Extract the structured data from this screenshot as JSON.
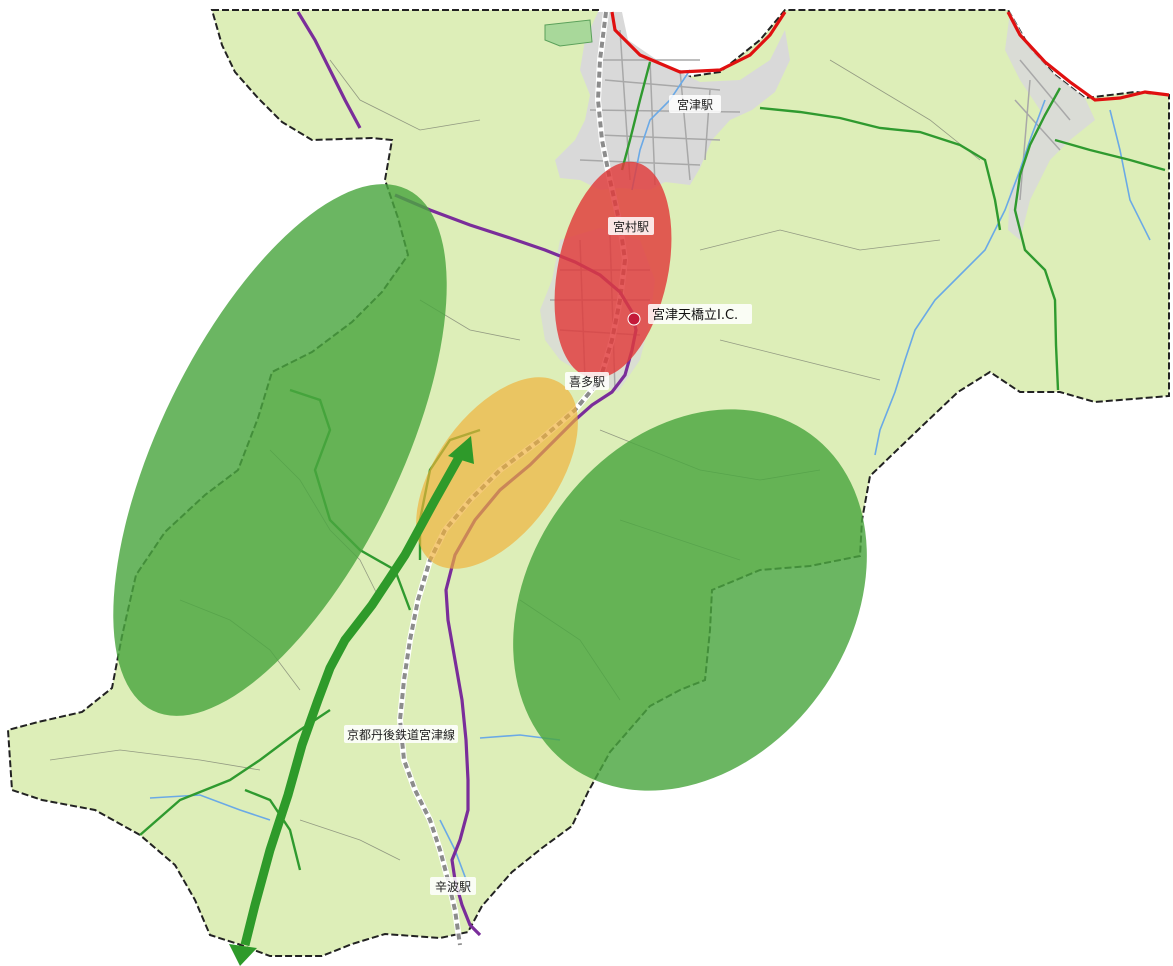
{
  "map": {
    "colors": {
      "background": "#ffffff",
      "land": "#ddeeb8",
      "boundary": "#222222",
      "urban": "#d9d9d9",
      "urban_street": "#a8a8a8",
      "water": "#6aa9e6",
      "prefectural_road": "#2f9a2f",
      "national_road": "#e01010",
      "expressway": "#7a2d9a",
      "railway": "#8c8c8c",
      "green_zone": "#4aa63f",
      "red_zone": "#e03a3a",
      "orange_zone": "#f0b13a",
      "corridor_arrow": "#2e9a2a"
    },
    "labels": {
      "miyazu_station": "宮津駅",
      "miyamura_station": "宮村駅",
      "miyazu_amanohashidate_ic": "宮津天橋立I.C.",
      "kita_station": "喜多駅",
      "railway_line": "京都丹後鉄道宮津線",
      "karakami_station": "辛波駅"
    }
  }
}
